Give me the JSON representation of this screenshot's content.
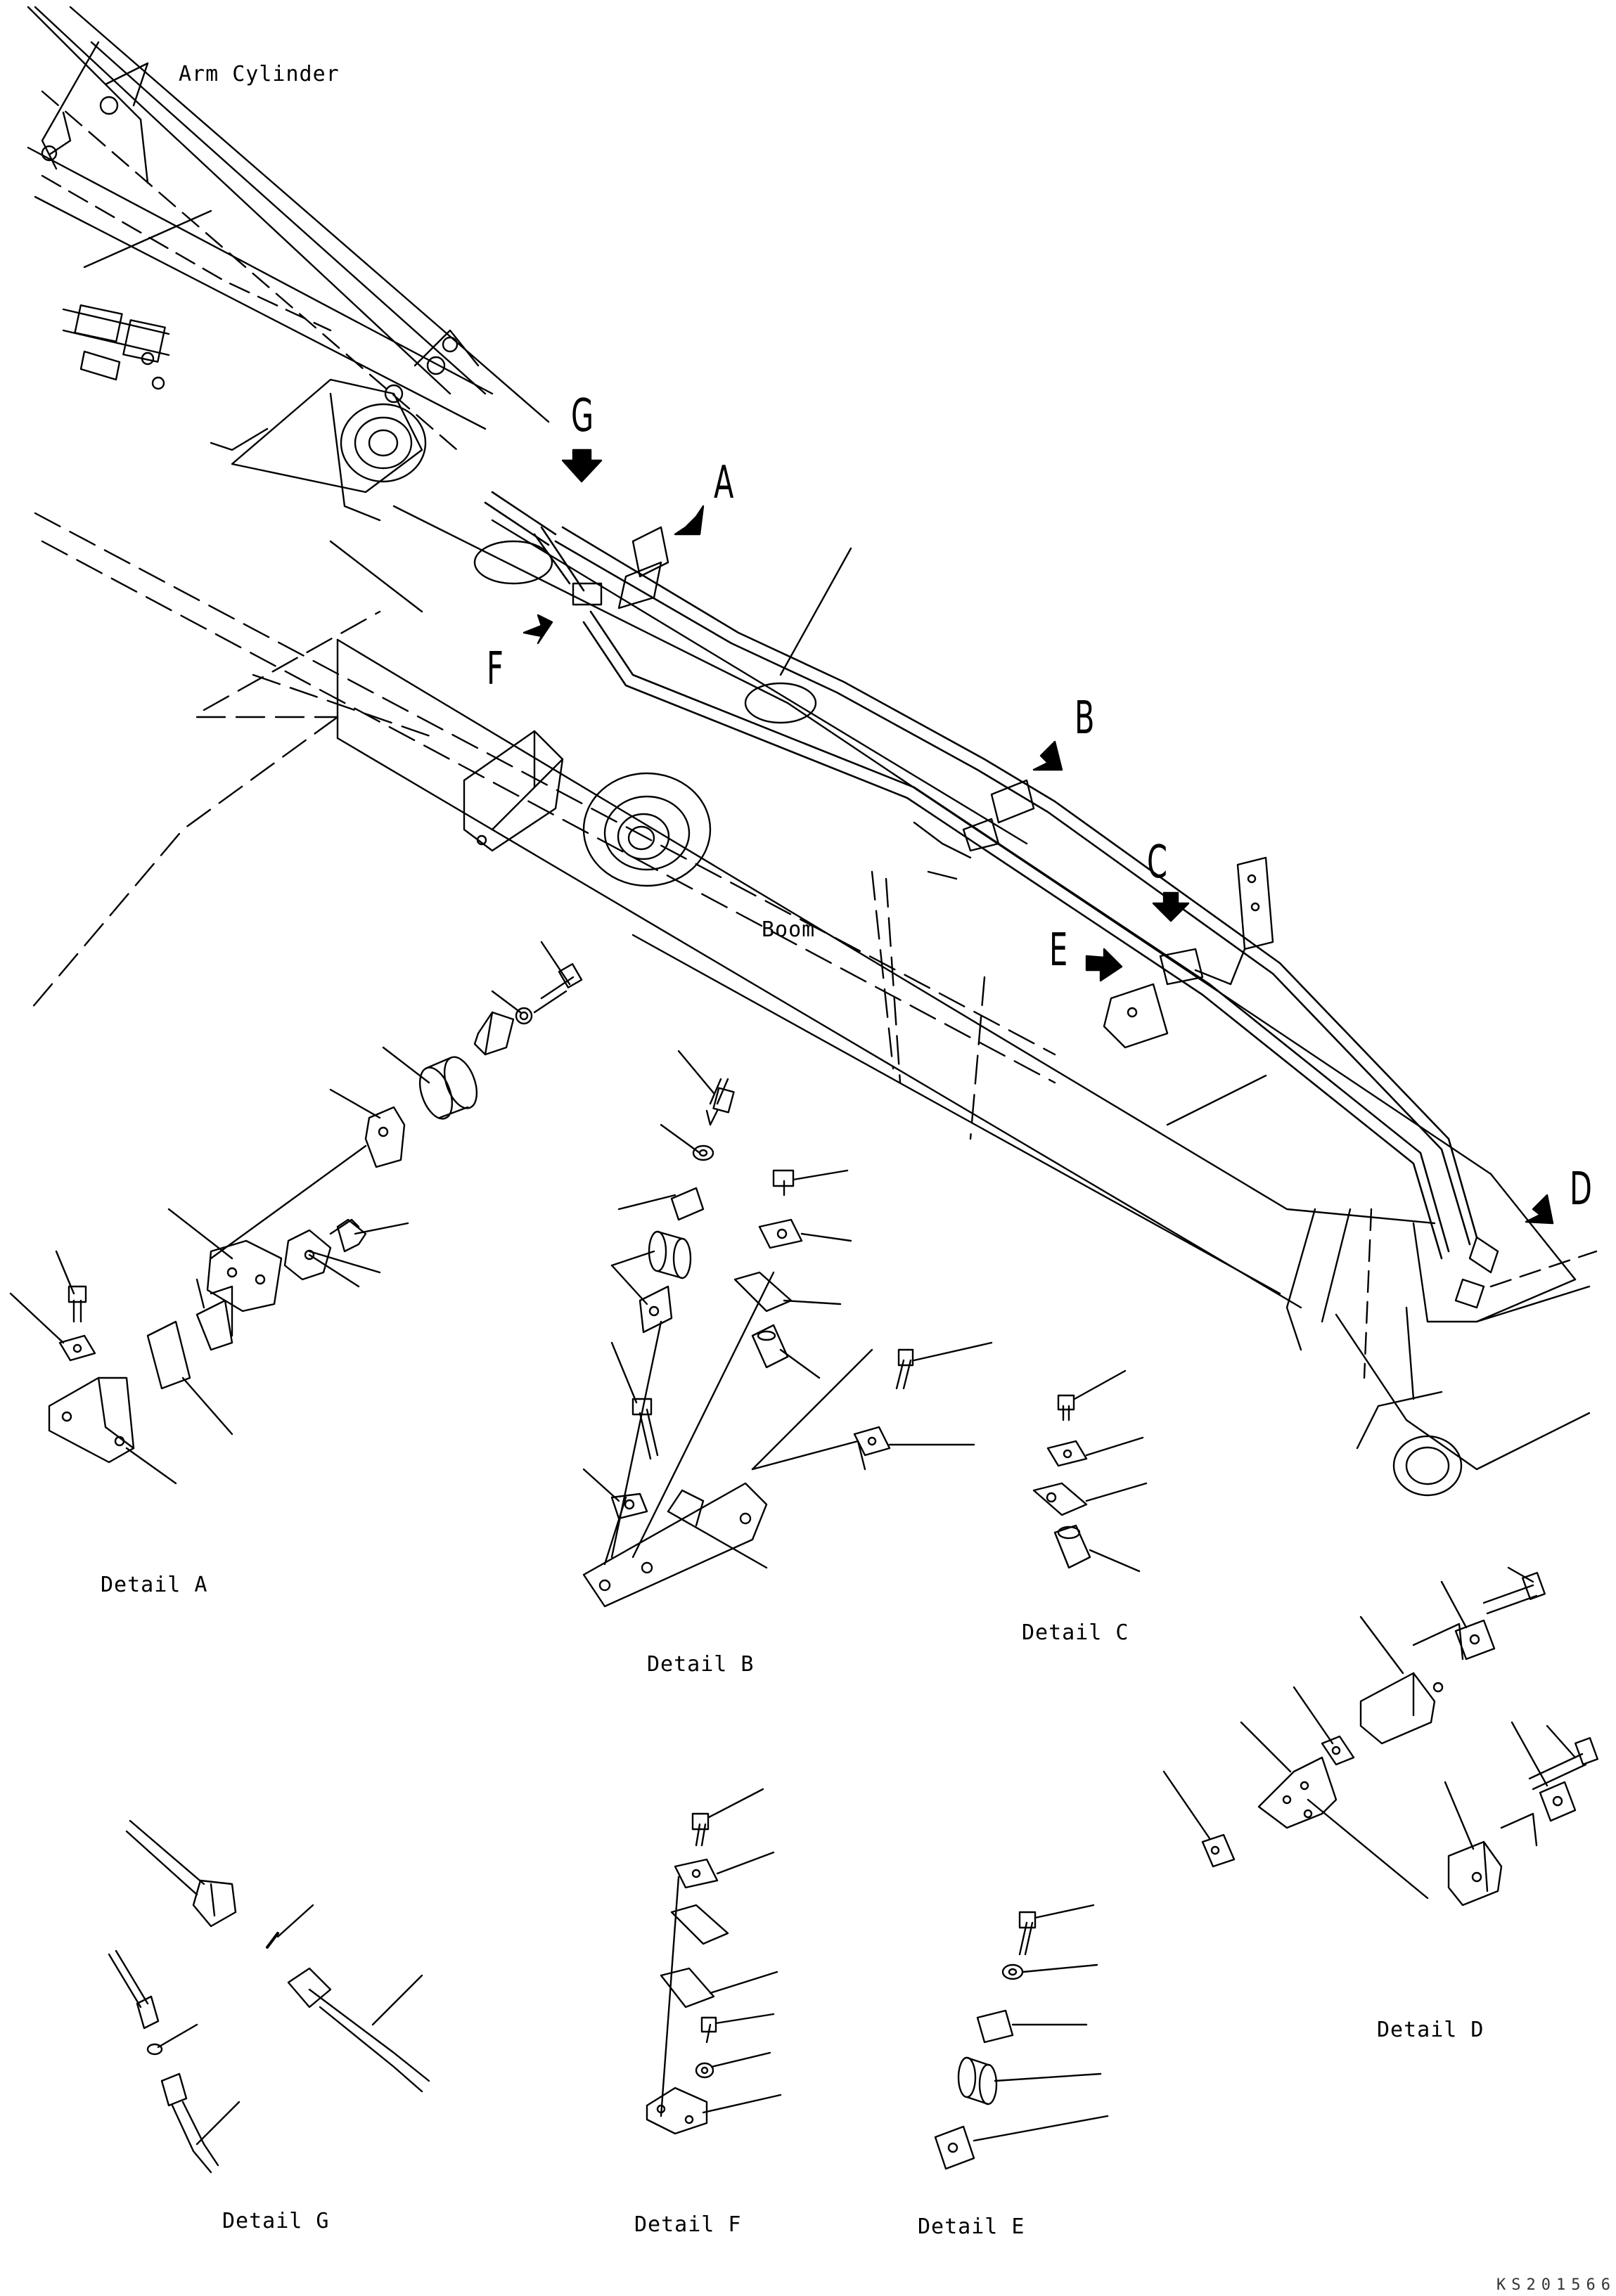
{
  "labels": {
    "arm_cylinder": "Arm Cylinder",
    "boom": "Boom",
    "letters": {
      "a": "A",
      "b": "B",
      "c": "C",
      "d": "D",
      "e": "E",
      "f": "F",
      "g": "G"
    },
    "details": {
      "a": "Detail A",
      "b": "Detail B",
      "c": "Detail C",
      "d": "Detail D",
      "e": "Detail E",
      "f": "Detail F",
      "g": "Detail G"
    },
    "code": "KS201566"
  }
}
